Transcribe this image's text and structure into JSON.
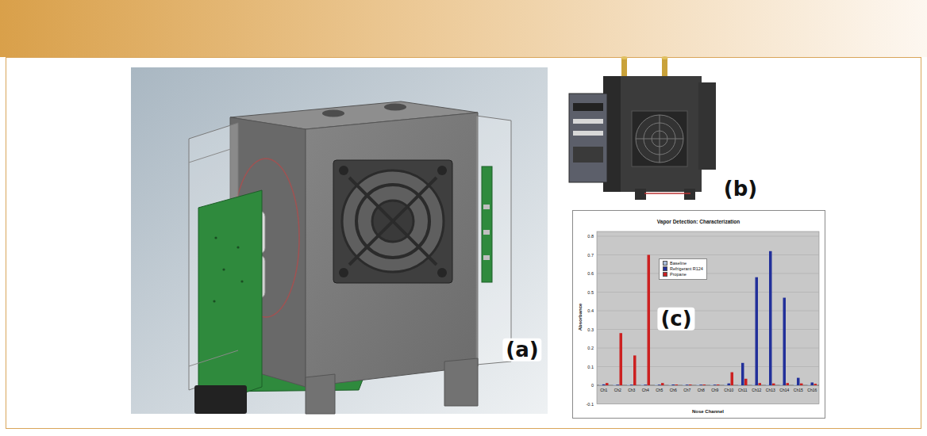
{
  "diagram": {
    "labels": [
      "(a)",
      "(b)",
      "(c)",
      "Vapor Detection: Characterization",
      "0.8",
      "0.7",
      "0.6",
      "0.5",
      "0.4",
      "0.3",
      "0.2",
      "0.1",
      "0",
      "-0.1",
      "Absorbance",
      "Ch1",
      "Ch2",
      "Ch3",
      "Ch4",
      "Ch5",
      "Ch6",
      "Ch7",
      "Ch8",
      "Ch9",
      "Ch10",
      "Ch11",
      "Ch12",
      "Ch13",
      "Ch14",
      "Ch15",
      "Ch16",
      "Nose Channel"
    ],
    "legend": [
      {
        "text": "Baseline",
        "color": "#a9bcd8"
      },
      {
        "text": "Refrigerant R124",
        "color": "#22309a"
      },
      {
        "text": "Propane",
        "color": "#cc2020"
      }
    ]
  }
}
